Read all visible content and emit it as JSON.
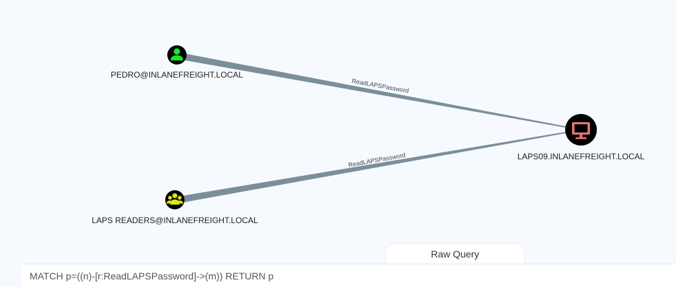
{
  "nodes": {
    "pedro": {
      "label": "PEDRO@INLANEFREIGHT.LOCAL",
      "icon": "user-icon",
      "color": "#17e625"
    },
    "laps_readers": {
      "label": "LAPS READERS@INLANEFREIGHT.LOCAL",
      "icon": "group-icon",
      "color": "#dbe617"
    },
    "laps09": {
      "label": "LAPS09.INLANEFREIGHT.LOCAL",
      "icon": "computer-icon",
      "color": "#e67873"
    }
  },
  "edges": {
    "pedro_to_laps09": {
      "label": "ReadLAPSPassword"
    },
    "readers_to_laps09": {
      "label": "ReadLAPSPassword"
    }
  },
  "raw_query": {
    "tab_label": "Raw Query",
    "value": "MATCH p=((n)-[r:ReadLAPSPassword]->(m)) RETURN p"
  },
  "colors": {
    "background": "#f6faff",
    "edge": "#7a8f9a",
    "node_fill": "#000000"
  }
}
